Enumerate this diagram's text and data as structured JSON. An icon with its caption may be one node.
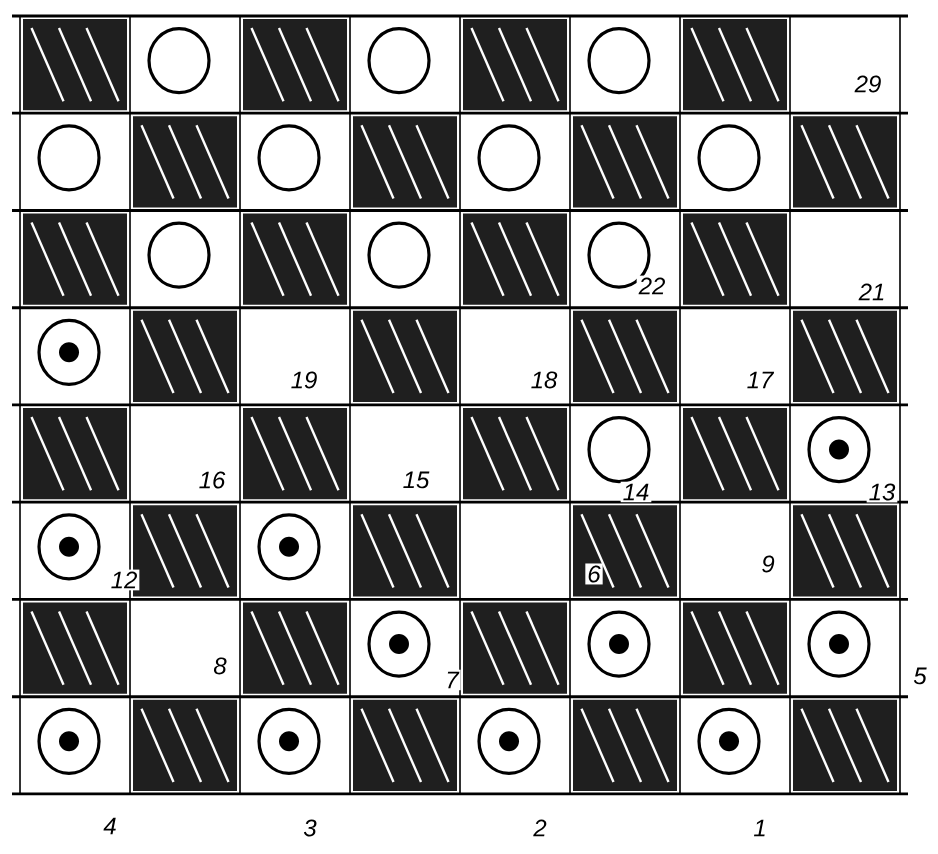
{
  "diagram": {
    "labels": [
      "29",
      "22",
      "21",
      "19",
      "18",
      "17",
      "16",
      "15",
      "14",
      "13",
      "12",
      "6",
      "9",
      "8",
      "7",
      "5",
      "4",
      "3",
      "2",
      "1"
    ]
  }
}
